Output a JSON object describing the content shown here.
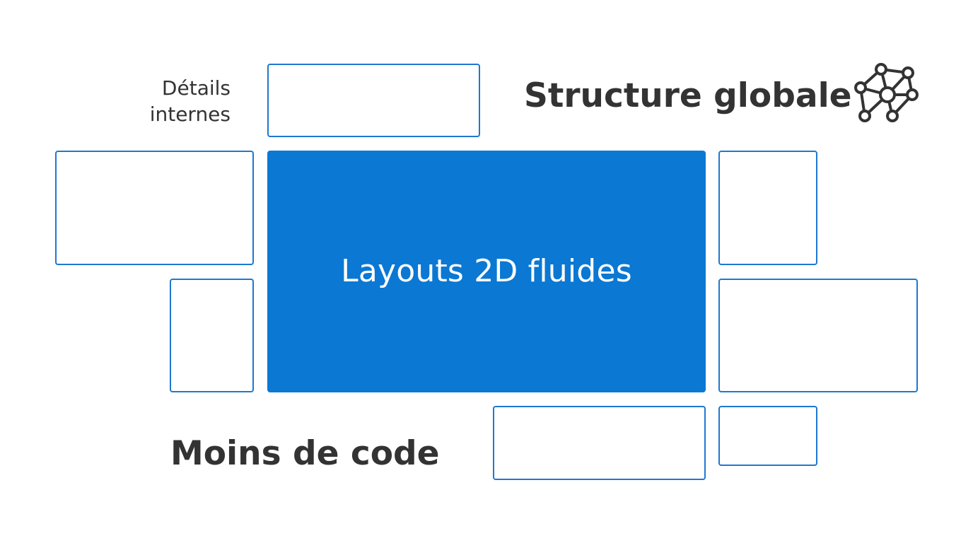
{
  "diagram": {
    "labels": {
      "details_internes_line1": "Détails",
      "details_internes_line2": "internes",
      "structure_globale": "Structure globale",
      "moins_de_code": "Moins de code",
      "center": "Layouts 2D fluides"
    },
    "icons": {
      "structure": "network-icon"
    },
    "colors": {
      "accent": "#0b78d3",
      "outline": "#1f78cf",
      "text": "#333333",
      "background": "#ffffff"
    }
  }
}
